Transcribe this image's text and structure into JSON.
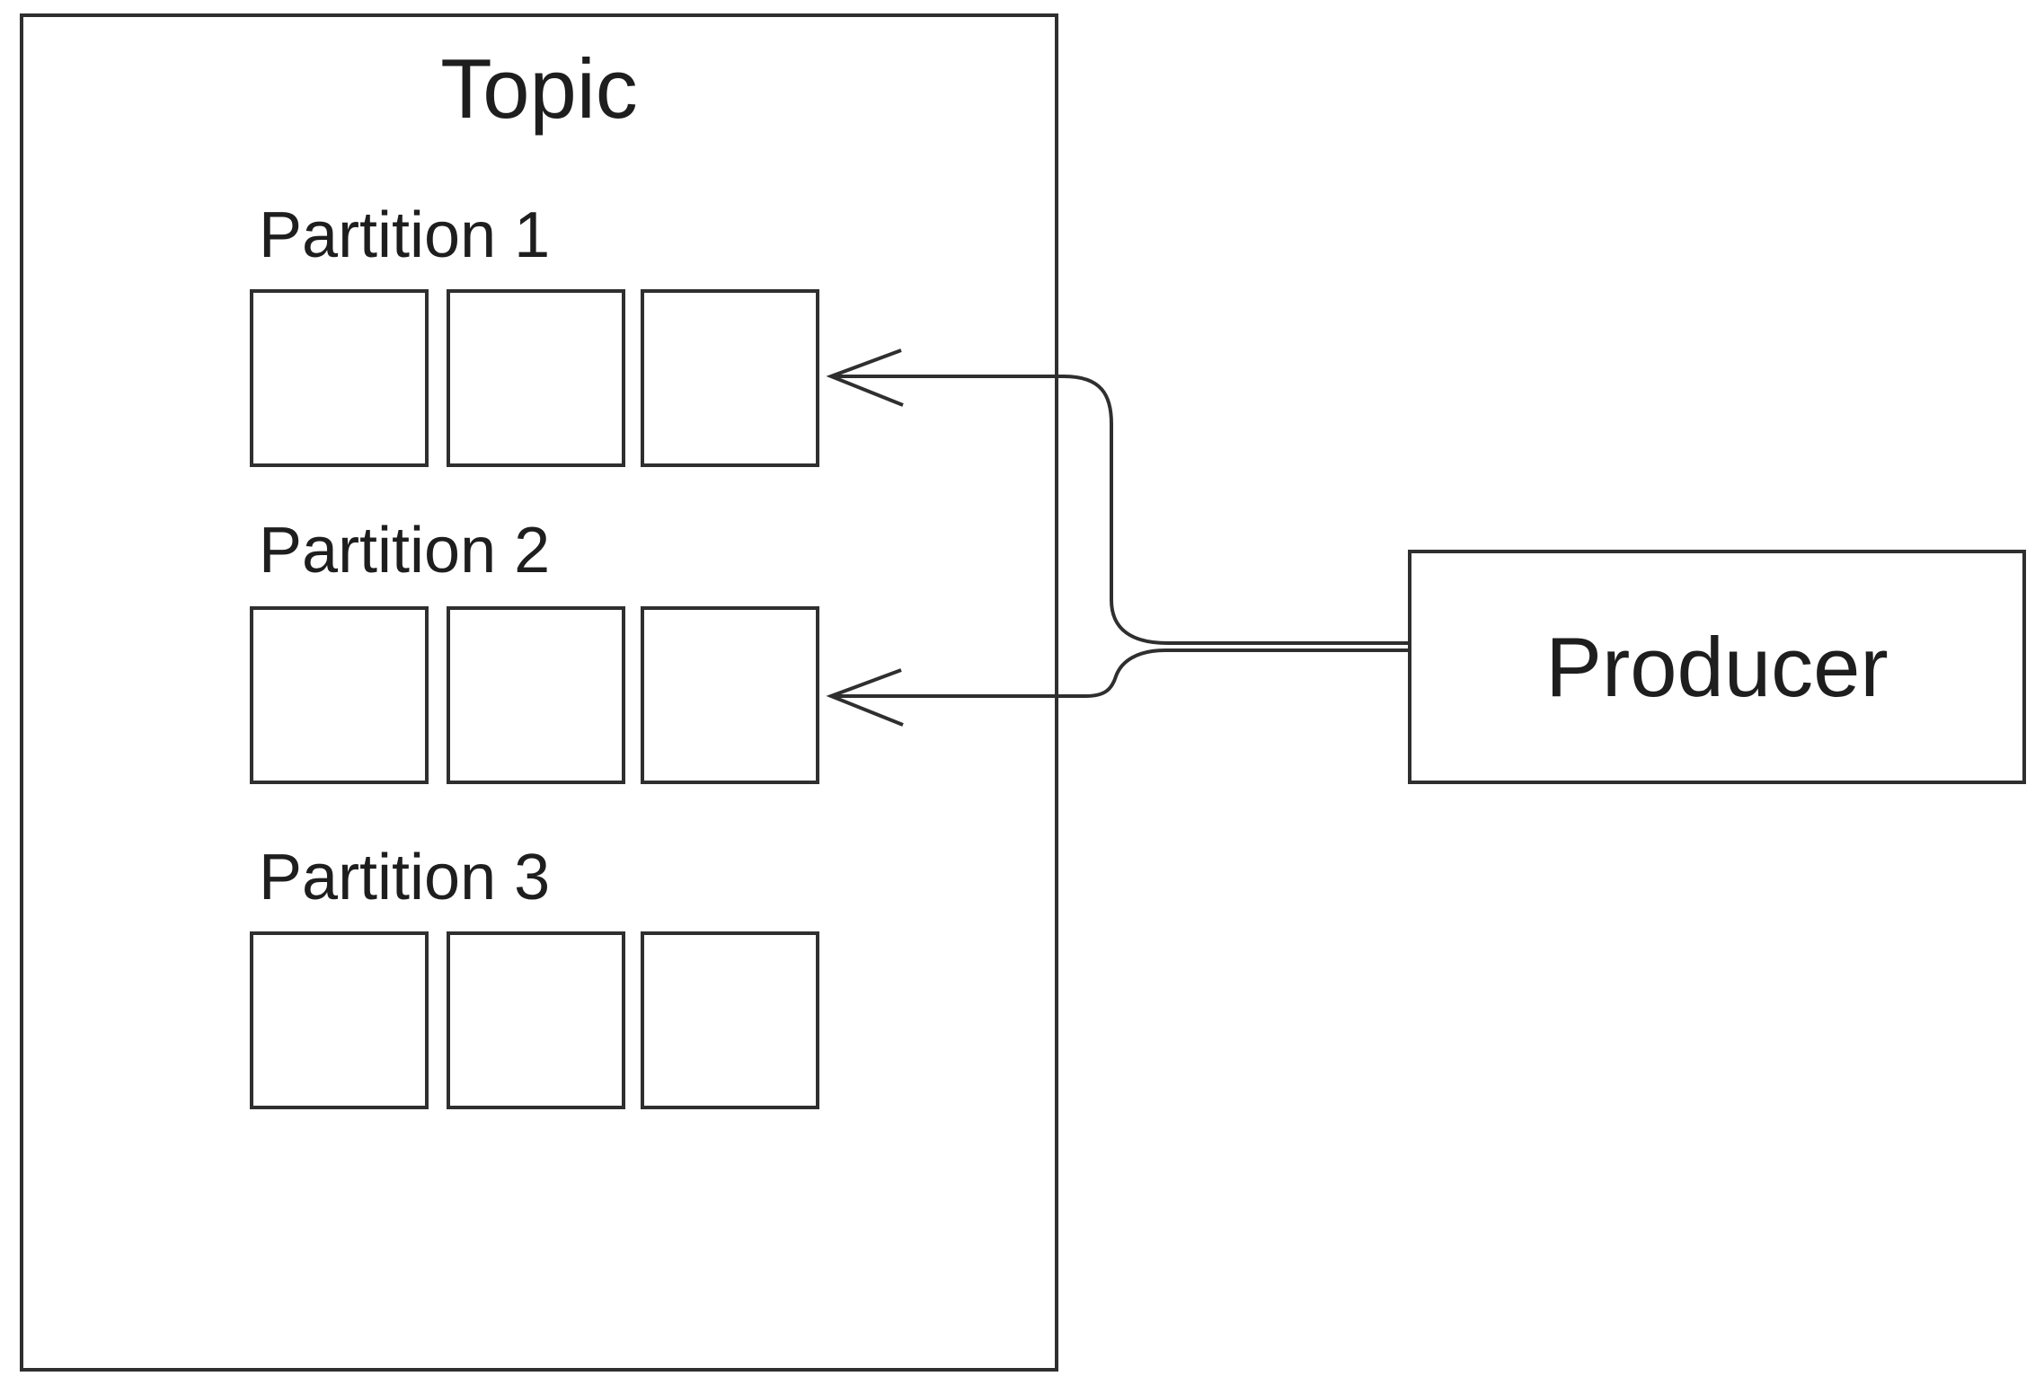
{
  "topic": {
    "title": "Topic",
    "partitions": [
      {
        "label": "Partition 1",
        "cells": 3
      },
      {
        "label": "Partition 2",
        "cells": 3
      },
      {
        "label": "Partition 3",
        "cells": 3
      }
    ]
  },
  "producer": {
    "label": "Producer"
  },
  "arrows": [
    {
      "from": "producer",
      "to": "partition-1-last-cell"
    },
    {
      "from": "producer",
      "to": "partition-2-last-cell"
    }
  ],
  "colors": {
    "line": "#2f2f2f",
    "text": "#1e1e1e",
    "background": "#ffffff"
  }
}
